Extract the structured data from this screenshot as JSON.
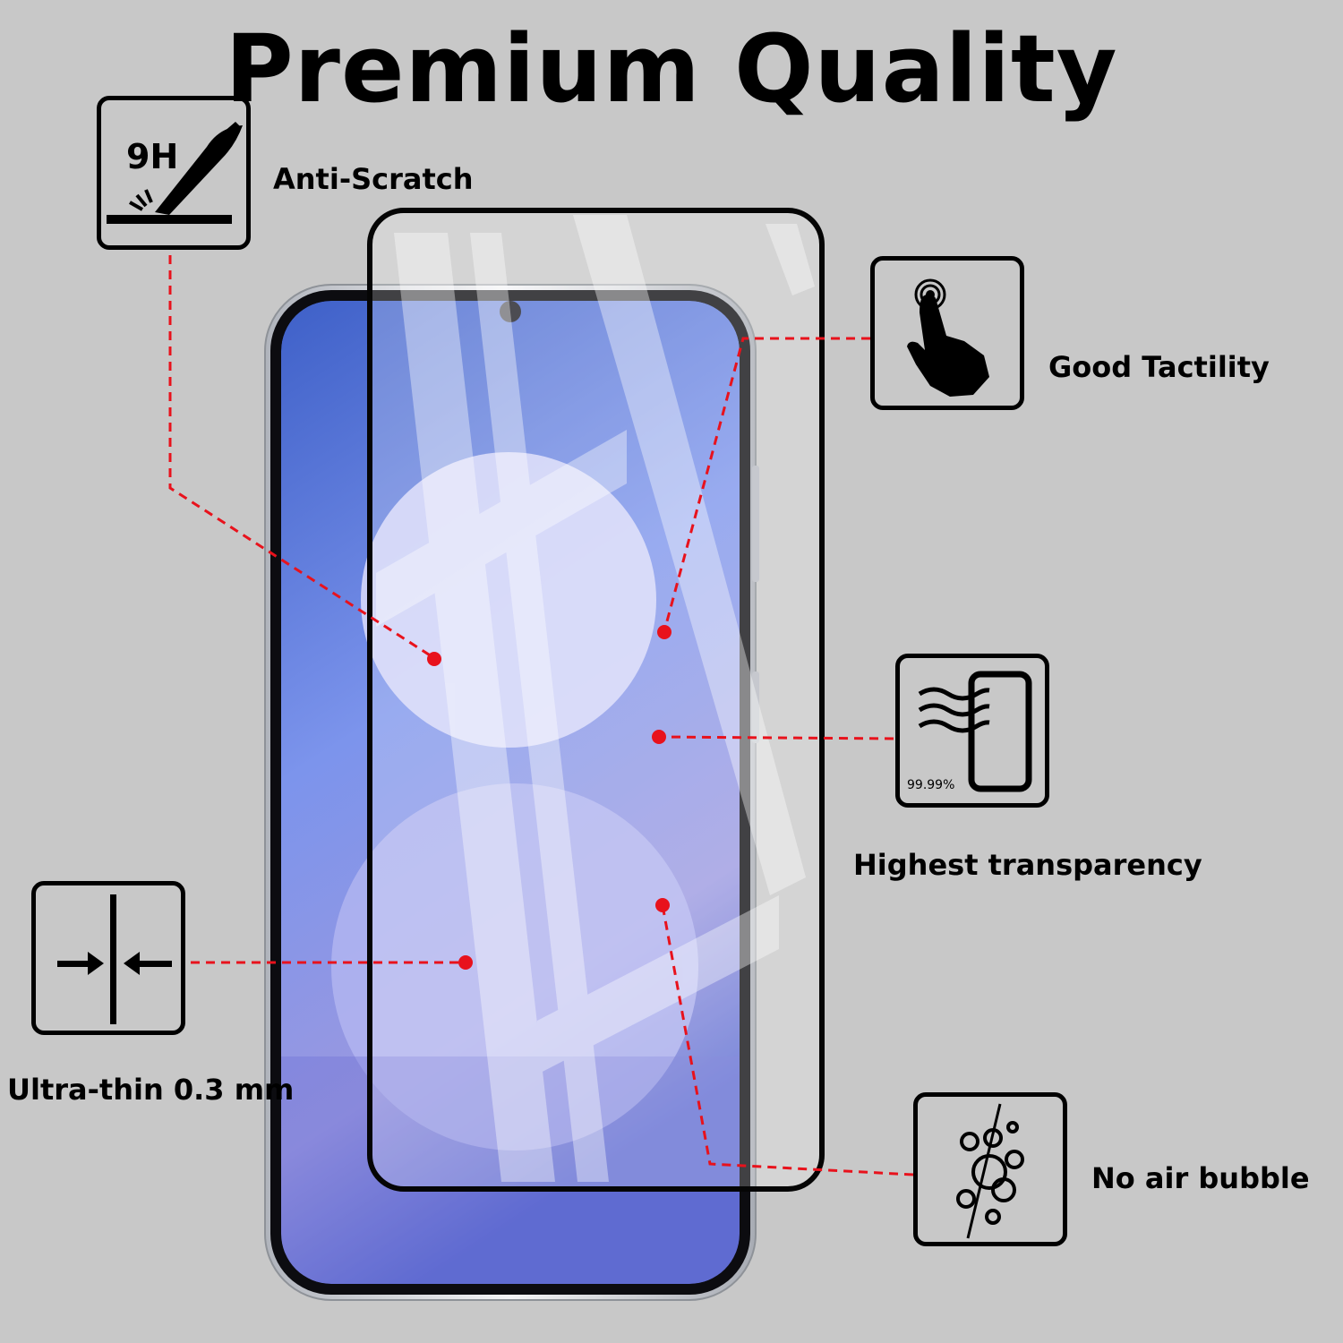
{
  "title": "Premium Quality",
  "features": {
    "anti_scratch": {
      "label": "Anti-Scratch",
      "icon": "knife-scratch-icon",
      "icon_text": "9H"
    },
    "tactility": {
      "label": "Good Tactility",
      "icon": "touch-hand-icon"
    },
    "transparency": {
      "label": "Highest transparency",
      "icon": "transparency-phone-icon",
      "icon_text": "99.99%"
    },
    "ultra_thin": {
      "label": "Ultra-thin 0.3 mm",
      "icon": "thickness-arrows-icon"
    },
    "no_bubble": {
      "label": "No air bubble",
      "icon": "bubbles-icon"
    }
  },
  "colors": {
    "background": "#c8c8c8",
    "callout": "#e8121c",
    "screen_top": "#4a6fd0",
    "screen_bottom": "#8e8ad8"
  }
}
